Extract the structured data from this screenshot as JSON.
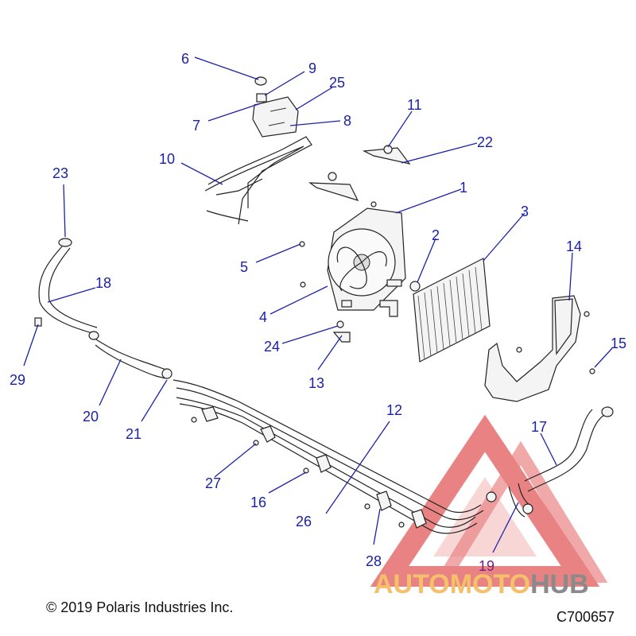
{
  "callouts": [
    {
      "id": "1",
      "label": "1",
      "color": "#1c22a8"
    },
    {
      "id": "2",
      "label": "2",
      "color": "#1c22a8"
    },
    {
      "id": "3",
      "label": "3",
      "color": "#1c22a8"
    },
    {
      "id": "4",
      "label": "4",
      "color": "#1c22a8"
    },
    {
      "id": "5",
      "label": "5",
      "color": "#1c22a8"
    },
    {
      "id": "6",
      "label": "6",
      "color": "#1c22a8"
    },
    {
      "id": "7",
      "label": "7",
      "color": "#1c22a8"
    },
    {
      "id": "8",
      "label": "8",
      "color": "#1c22a8"
    },
    {
      "id": "9",
      "label": "9",
      "color": "#1c22a8"
    },
    {
      "id": "10",
      "label": "10",
      "color": "#1c22a8"
    },
    {
      "id": "11",
      "label": "11",
      "color": "#1c22a8"
    },
    {
      "id": "12",
      "label": "12",
      "color": "#1c22a8"
    },
    {
      "id": "13",
      "label": "13",
      "color": "#1c22a8"
    },
    {
      "id": "14",
      "label": "14",
      "color": "#1c22a8"
    },
    {
      "id": "15",
      "label": "15",
      "color": "#1c22a8"
    },
    {
      "id": "16",
      "label": "16",
      "color": "#1c22a8"
    },
    {
      "id": "17",
      "label": "17",
      "color": "#1c22a8"
    },
    {
      "id": "18",
      "label": "18",
      "color": "#1c22a8"
    },
    {
      "id": "19",
      "label": "19",
      "color": "#7a1c7a"
    },
    {
      "id": "20",
      "label": "20",
      "color": "#1c22a8"
    },
    {
      "id": "21",
      "label": "21",
      "color": "#1c22a8"
    },
    {
      "id": "22",
      "label": "22",
      "color": "#1c22a8"
    },
    {
      "id": "23",
      "label": "23",
      "color": "#1c22a8"
    },
    {
      "id": "24",
      "label": "24",
      "color": "#1c22a8"
    },
    {
      "id": "25",
      "label": "25",
      "color": "#1c22a8"
    },
    {
      "id": "26",
      "label": "26",
      "color": "#1c22a8"
    },
    {
      "id": "27",
      "label": "27",
      "color": "#1c22a8"
    },
    {
      "id": "28",
      "label": "28",
      "color": "#1c22a8"
    },
    {
      "id": "29",
      "label": "29",
      "color": "#1c22a8"
    }
  ],
  "footer": {
    "copyright": "© 2019 Polaris Industries Inc.",
    "code": "C700657"
  },
  "watermark": {
    "brand_part1": "AUTOMOTO",
    "brand_part2": "HUB",
    "triangle_color": "#e23b3b",
    "text_color_1": "#f5c06c",
    "text_color_2": "#8a8a8a"
  }
}
